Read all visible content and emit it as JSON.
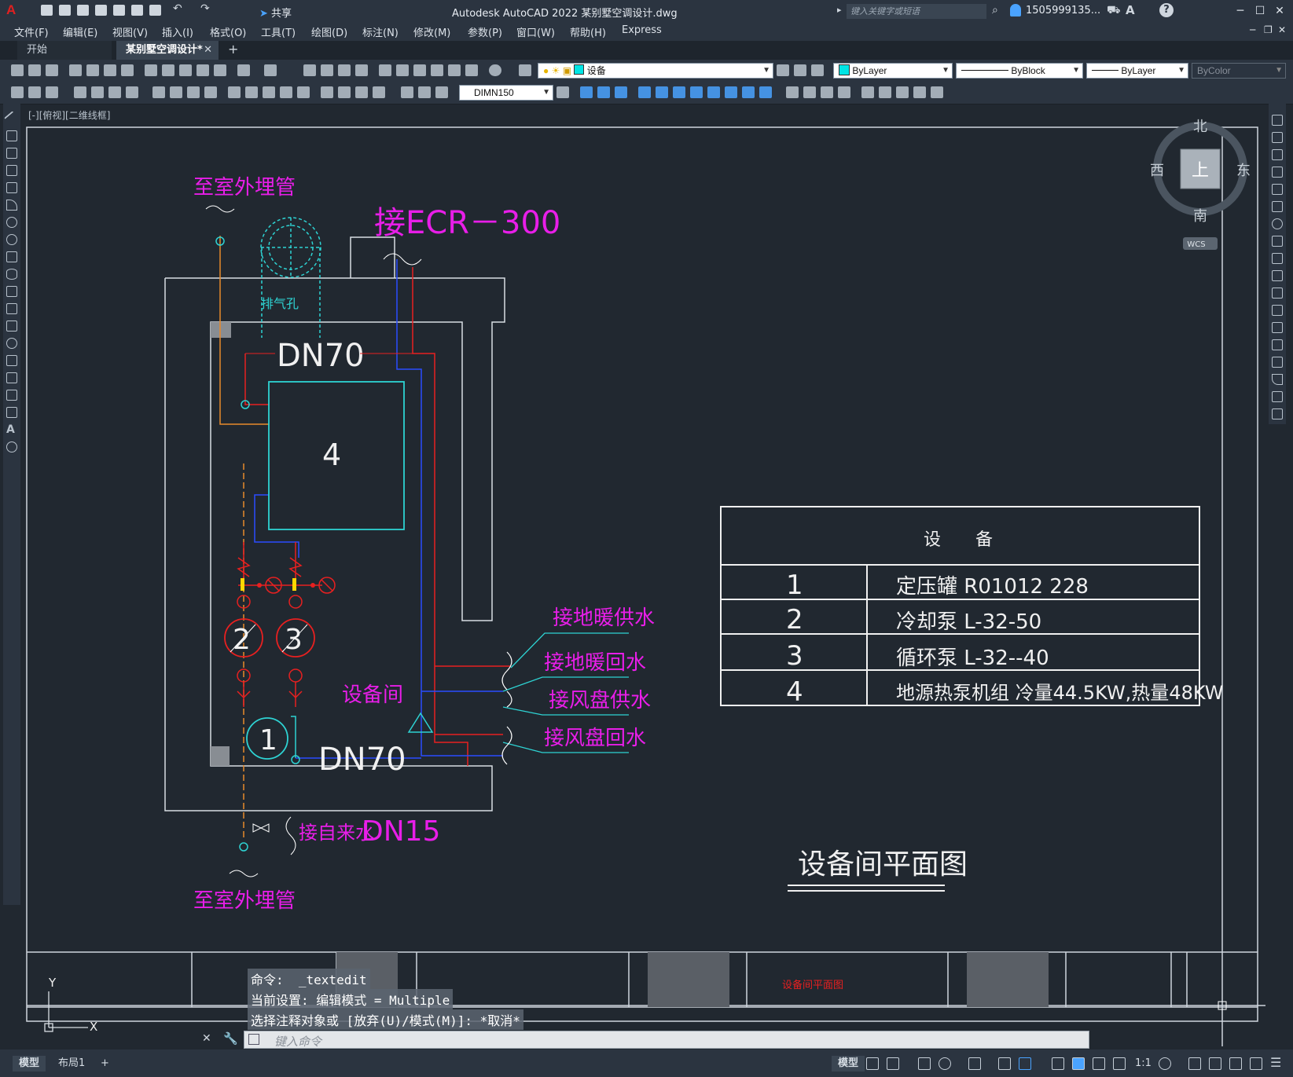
{
  "window": {
    "logo": "A",
    "share_label": "共享",
    "title": "Autodesk AutoCAD 2022    某别墅空调设计.dwg",
    "search_placeholder": "键入关键字或短语",
    "user": "1505999135...",
    "help": "?"
  },
  "menu": [
    "文件(F)",
    "编辑(E)",
    "视图(V)",
    "插入(I)",
    "格式(O)",
    "工具(T)",
    "绘图(D)",
    "标注(N)",
    "修改(M)",
    "参数(P)",
    "窗口(W)",
    "帮助(H)",
    "Express"
  ],
  "tabs": {
    "start": "开始",
    "active": "某别墅空调设计*",
    "close": "✕",
    "add": "+"
  },
  "toolbar": {
    "layer": "设备",
    "color": "ByLayer",
    "linetype": "ByBlock",
    "lineweight": "ByLayer",
    "plotstyle": "ByColor",
    "dimstyle": "DIMN150"
  },
  "view_label": "[-][俯视][二维线框]",
  "viewcube": {
    "north": "北",
    "south": "南",
    "east": "东",
    "west": "西",
    "top": "上",
    "wcs": "WCS"
  },
  "drawing": {
    "outdoor_top": "至室外埋管",
    "outdoor_bottom": "至室外埋管",
    "ecr": "接ECR－300",
    "vent": "排气孔",
    "dn70_top": "DN70",
    "dn70_bottom": "DN70",
    "unit_4": "4",
    "pump_2": "2",
    "pump_3": "3",
    "tank_1": "1",
    "room": "设备间",
    "floor_supply": "接地暖供水",
    "floor_return": "接地暖回水",
    "fan_supply": "接风盘供水",
    "fan_return": "接风盘回水",
    "tap_water": "接自来水",
    "dn15": "DN15",
    "plan_title": "设备间平面图",
    "title_block_label": "设备间平面图",
    "ucs_x": "X",
    "ucs_y": "Y"
  },
  "equipment_table": {
    "header": "设　　备",
    "rows": [
      {
        "no": "1",
        "desc": "定压罐  R01012 228"
      },
      {
        "no": "2",
        "desc": "冷却泵 L-32-50"
      },
      {
        "no": "3",
        "desc": "循环泵  L-32--40"
      },
      {
        "no": "4",
        "desc": "地源热泵机组  冷量44.5KW,热量48KW"
      }
    ]
  },
  "command": {
    "line1": "命令:  _textedit",
    "line2": "当前设置: 编辑模式 = Multiple",
    "line3": "选择注释对象或 [放弃(U)/模式(M)]: *取消*",
    "placeholder": "键入命令"
  },
  "status": {
    "model_tab": "模型",
    "layout_tab": "布局1",
    "add": "+",
    "model_btn": "模型",
    "scale": "1:1"
  }
}
